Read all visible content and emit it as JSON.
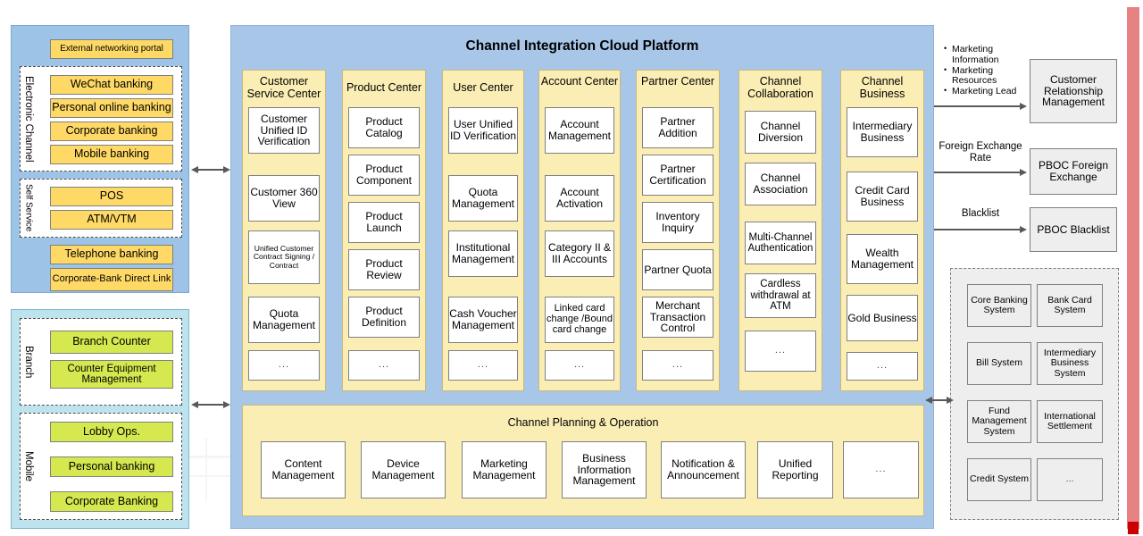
{
  "diagram": {
    "title": "Channel Integration Cloud Platform"
  },
  "left": {
    "electronic_channel": {
      "label": "Electronic Channel",
      "top_item": "External networking portal",
      "items": [
        "WeChat banking",
        "Personal online banking",
        "Corporate banking",
        "Mobile banking"
      ]
    },
    "self_service": {
      "label": "Self Service",
      "items": [
        "POS",
        "ATM/VTM"
      ]
    },
    "other_items": [
      "Telephone banking",
      "Corporate-Bank Direct Link"
    ],
    "branch": {
      "label": "Branch",
      "items": [
        "Branch Counter",
        "Counter Equipment Management"
      ]
    },
    "mobile": {
      "label": "Mobile",
      "items": [
        "Lobby Ops.",
        "Personal banking",
        "Corporate Banking"
      ]
    }
  },
  "platform": {
    "columns": [
      {
        "header": "Customer Service Center",
        "items": [
          "Customer Unified ID Verification",
          "Customer 360 View",
          "Unified Customer Contract Signing /  Contract",
          "Quota Management",
          "..."
        ]
      },
      {
        "header": "Product Center",
        "items": [
          "Product Catalog",
          "Product Component",
          "Product Launch",
          "Product Review",
          "Product Definition",
          "..."
        ]
      },
      {
        "header": "User Center",
        "items": [
          "User Unified ID Verification",
          "Quota Management",
          "Institutional Management",
          "Cash Voucher Management",
          "..."
        ]
      },
      {
        "header": "Account Center",
        "items": [
          "Account Management",
          "Account Activation",
          "Category II & III Accounts",
          "Linked card change /Bound card change",
          "..."
        ]
      },
      {
        "header": "Partner Center",
        "items": [
          "Partner Addition",
          "Partner Certification",
          "Inventory Inquiry",
          "Partner Quota",
          "Merchant Transaction Control",
          "..."
        ]
      },
      {
        "header": "Channel Collaboration",
        "items": [
          "Channel Diversion",
          "Channel Association",
          "Multi-Channel Authentication",
          "Cardless withdrawal at ATM",
          "..."
        ]
      },
      {
        "header": "Channel Business",
        "items": [
          "Intermediary Business",
          "Credit Card Business",
          "Wealth Management",
          "Gold Business",
          "..."
        ]
      }
    ],
    "planning": {
      "title": "Channel Planning & Operation",
      "items": [
        "Content Management",
        "Device Management",
        "Marketing Management",
        "Business Information Management",
        "Notification & Announcement",
        "Unified Reporting",
        "..."
      ]
    }
  },
  "right": {
    "flows": [
      {
        "label": "Marketing Information·Marketing Resources·Marketing Lead",
        "target": "Customer Relationship Management"
      },
      {
        "label": "Foreign Exchange Rate",
        "target": "PBOC Foreign Exchange"
      },
      {
        "label": "Blacklist",
        "target": "PBOC Blacklist"
      }
    ],
    "marketing_bullets": [
      "Marketing Information",
      "Marketing Resources",
      "Marketing Lead"
    ],
    "ext_systems": [
      "Customer Relationship Management",
      "PBOC Foreign Exchange",
      "PBOC Blacklist"
    ],
    "flow_labels": [
      "Foreign Exchange Rate",
      "Blacklist"
    ],
    "core_systems": [
      "Core Banking System",
      "Bank Card System",
      "Bill System",
      "Intermediary Business System",
      "Fund Management System",
      "International Settlement",
      "Credit System",
      "..."
    ]
  },
  "colors": {
    "platform_blue": "#a8c6e8",
    "column_yellow": "#fbeeb5",
    "chip_yellow": "#ffd966",
    "chip_green": "#d5e84f",
    "panel_blue": "#9dc3e6",
    "panel_cyan": "#bde3ee",
    "accent_red": "#e06666"
  }
}
